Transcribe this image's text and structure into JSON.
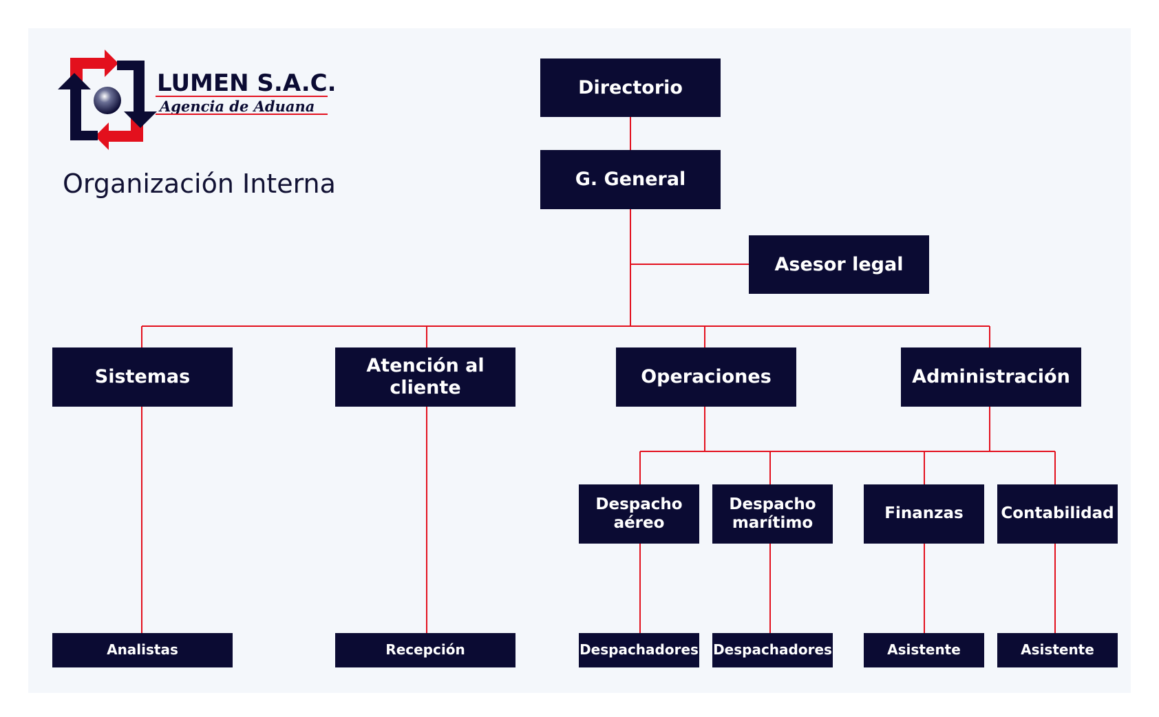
{
  "header": {
    "brand_name": "LUMEN S.A.C.",
    "brand_tagline": "Agencia de Aduana",
    "page_title": "Organización Interna"
  },
  "colors": {
    "box": "#0b0b33",
    "connector": "#e3101d",
    "background": "#f4f7fb",
    "logo_red": "#e3101d",
    "logo_navy": "#0b0b33"
  },
  "org": {
    "directorio": "Directorio",
    "gerencia_general": "G. General",
    "asesor_legal": "Asesor legal",
    "sistemas": "Sistemas",
    "atencion_cliente": "Atención al\ncliente",
    "operaciones": "Operaciones",
    "administracion": "Administración",
    "despacho_aereo": "Despacho\naéreo",
    "despacho_maritimo": "Despacho\nmarítimo",
    "finanzas": "Finanzas",
    "contabilidad": "Contabilidad",
    "analistas": "Analistas",
    "recepcion": "Recepción",
    "despachadores_aereo": "Despachadores",
    "despachadores_maritimo": "Despachadores",
    "asistente_finanzas": "Asistente",
    "asistente_contabilidad": "Asistente"
  }
}
